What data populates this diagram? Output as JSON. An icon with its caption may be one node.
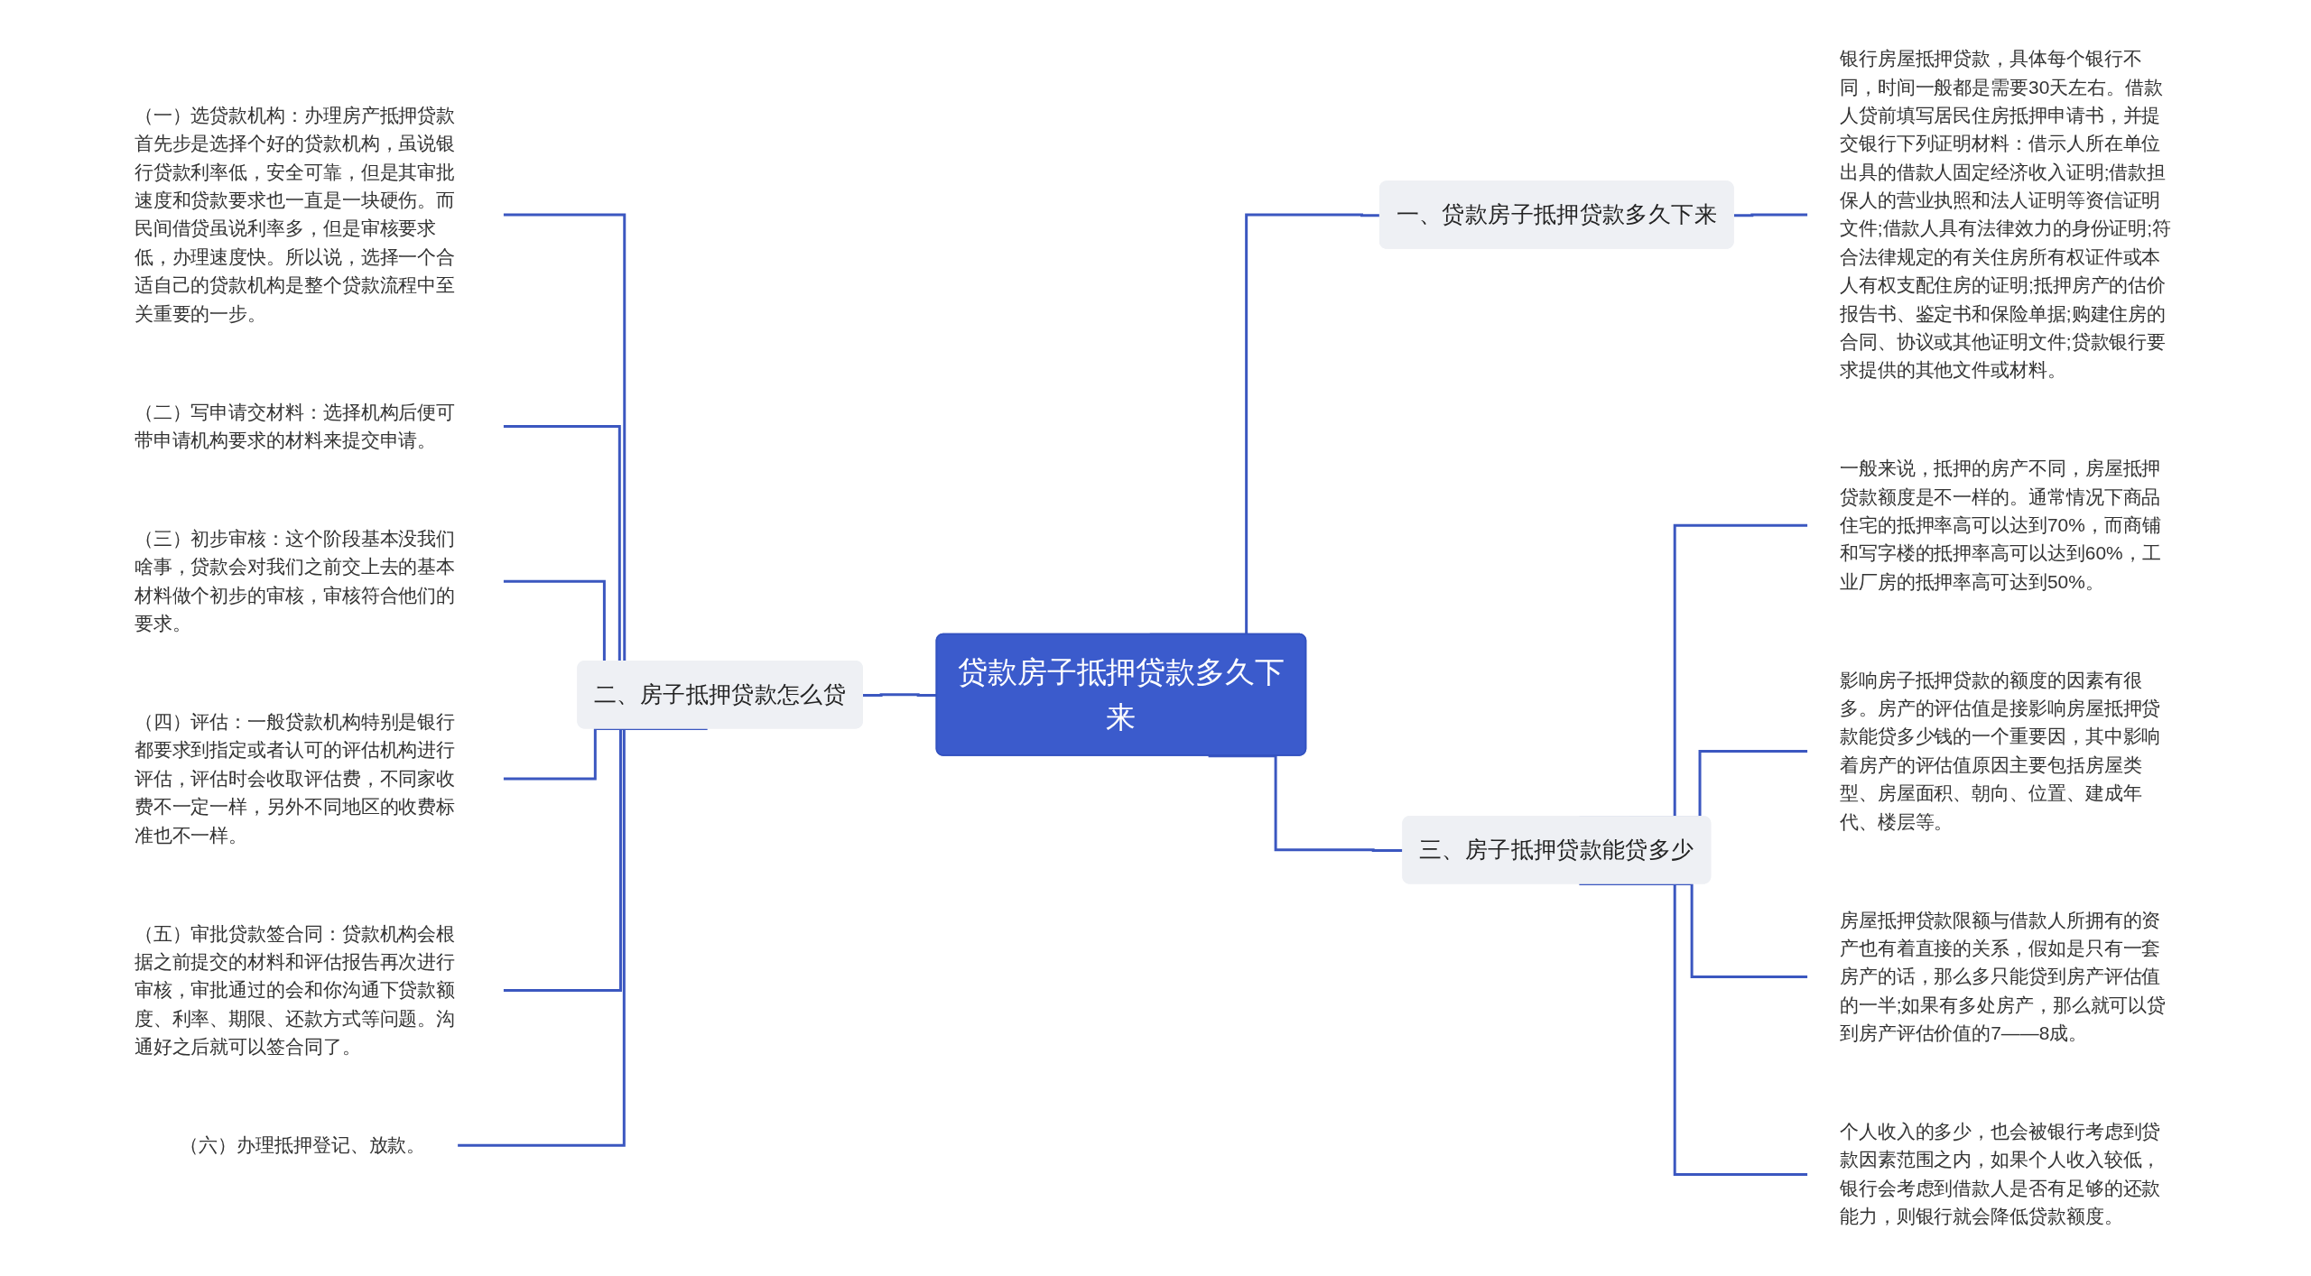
{
  "diagram": {
    "nodes": [
      {
        "text": [
          "贷款房子抵押贷款多久下来"
        ]
      },
      {
        "text": [
          "一、贷款房子抵押贷款多久下来"
        ]
      },
      {
        "text": [
          "银行房屋抵押贷款，具体每个银行不同，时间一般都是需要30天左右。借款人贷前填写居民住房抵押申请书，并提交银行下列证明材料：借示人所在单位出具的借款人固定经济收入证明;借款担保人的营业执照和法人证明等资信证明文件;借款人具有法律效力的身份证明;符合法律规定的有关住房所有权证件或本人有权支配住房的证明;抵押房产的估价报告书、鉴定书和保险单据;购建住房的合同、协议或其他证明文件;贷款银行要求提供的其他文件或材料。"
        ]
      },
      {
        "text": [
          "二、房子抵押贷款怎么贷"
        ]
      },
      {
        "text": [
          "（一）选贷款机构：办理房产抵押贷款首先步是选择个好的贷款机构，虽说银行贷款利率低，安全可靠，但是其审批速度和贷款要求也一直是一块硬伤。而民间借贷虽说利率多，但是审核要求低，办理速度快。所以说，选择一个合适自己的贷款机构是整个贷款流程中至关重要的一步。"
        ]
      },
      {
        "text": [
          "（二）写申请交材料：选择机构后便可带申请机构要求的材料来提交申请。"
        ]
      },
      {
        "text": [
          "（三）初步审核：这个阶段基本没我们啥事，贷款会对我们之前交上去的基本材料做个初步的审核，审核符合他们的要求。"
        ]
      },
      {
        "text": [
          "（四）评估：一般贷款机构特别是银行都要求到指定或者认可的评估机构进行评估，评估时会收取评估费，不同家收费不一定一样，另外不同地区的收费标准也不一样。"
        ]
      },
      {
        "text": [
          "（五）审批贷款签合同：贷款机构会根据之前提交的材料和评估报告再次进行审核，审批通过的会和你沟通下贷款额度、利率、期限、还款方式等问题。沟通好之后就可以签合同了。"
        ]
      },
      {
        "text": [
          "（六）办理抵押登记、放款。"
        ]
      },
      {
        "text": [
          "三、房子抵押贷款能贷多少"
        ]
      },
      {
        "text": [
          "一般来说，抵押的房产不同，房屋抵押贷款额度是不一样的。通常情况下商品住宅的抵押率高可以达到70%，而商铺和写字楼的抵押率高可以达到60%，工业厂房的抵押率高可达到50%。"
        ]
      },
      {
        "text": [
          "影响房子抵押贷款的额度的因素有很多。房产的评估值是接影响房屋抵押贷款能贷多少钱的一个重要因，其中影响着房产的评估值原因主要包括房屋类型、房屋面积、朝向、位置、建成年代、楼层等。"
        ]
      },
      {
        "text": [
          "房屋抵押贷款限额与借款人所拥有的资产也有着直接的关系，假如是只有一套房产的话，那么多只能贷到房产评估值的一半;如果有多处房产，那么就可以贷到房产评估价值的7——8成。"
        ]
      },
      {
        "text": [
          "个人收入的多少，也会被银行考虑到贷款因素范围之内，如果个人收入较低，银行会考虑到借款人是否有足够的还款能力，则银行就会降低贷款额度。"
        ]
      }
    ],
    "edges": [
      {
        "from": 0,
        "to": 1,
        "arrow": "none"
      },
      {
        "from": 1,
        "to": 2,
        "arrow": "none"
      },
      {
        "from": 3,
        "to": 0,
        "arrow": "none"
      },
      {
        "from": 4,
        "to": 3,
        "arrow": "none"
      },
      {
        "from": 5,
        "to": 3,
        "arrow": "none"
      },
      {
        "from": 6,
        "to": 3,
        "arrow": "none"
      },
      {
        "from": 7,
        "to": 3,
        "arrow": "none"
      },
      {
        "from": 8,
        "to": 3,
        "arrow": "none"
      },
      {
        "from": 9,
        "to": 3,
        "arrow": "none"
      },
      {
        "from": 0,
        "to": 10,
        "arrow": "none"
      },
      {
        "from": 10,
        "to": 11,
        "arrow": "none"
      },
      {
        "from": 10,
        "to": 12,
        "arrow": "none"
      },
      {
        "from": 10,
        "to": 13,
        "arrow": "none"
      },
      {
        "from": 10,
        "to": 14,
        "arrow": "none"
      }
    ]
  }
}
